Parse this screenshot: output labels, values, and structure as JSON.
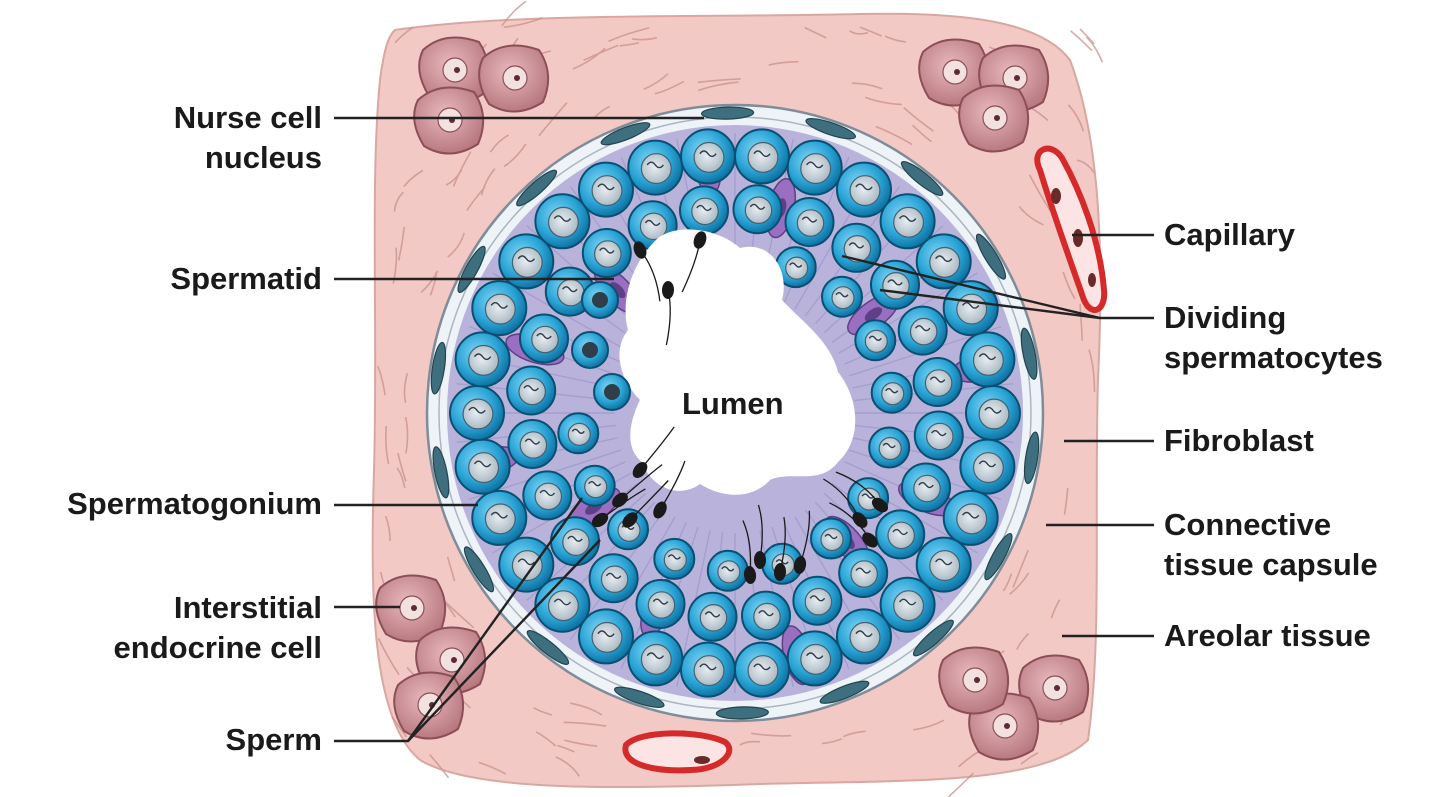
{
  "labels": {
    "nurse_cell_nucleus": [
      "Nurse cell",
      "nucleus"
    ],
    "spermatid": [
      "Spermatid"
    ],
    "spermatogonium": [
      "Spermatogonium"
    ],
    "interstitial_endocrine_cell": [
      "Interstitial",
      "endocrine cell"
    ],
    "sperm": [
      "Sperm"
    ],
    "capillary": [
      "Capillary"
    ],
    "dividing_spermatocytes": [
      "Dividing",
      "spermatocytes"
    ],
    "fibroblast": [
      "Fibroblast"
    ],
    "connective_tissue_capsule": [
      "Connective",
      "tissue capsule"
    ],
    "areolar_tissue": [
      "Areolar tissue"
    ],
    "lumen": "Lumen"
  },
  "colors": {
    "areolar": "#f2c9c4",
    "areolar_fibers": "#c9908b",
    "capsule": "#eef3f8",
    "epithelium": "#b9b3dc",
    "cell_fill": "#2aa4d6",
    "cell_dark": "#0b6f9e",
    "nurse_cell": "#9a6fc2",
    "interstitial": "#c98c93",
    "capillary": "#d42a2a",
    "fibroblast": "#3e6f7e",
    "sperm": "#1a1a1a",
    "leader_line": "#222222"
  }
}
